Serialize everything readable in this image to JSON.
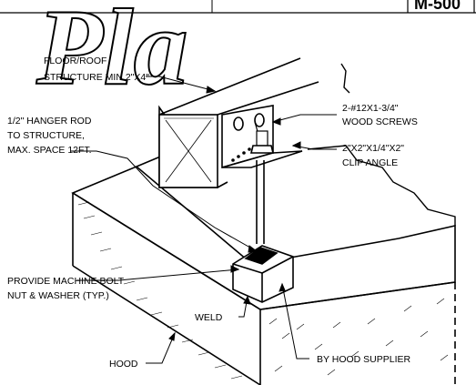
{
  "title_block": {
    "sheet_number": "M-500"
  },
  "watermark": {
    "text": "Pla"
  },
  "callouts": {
    "floor_structure": [
      "FLOOR/ROOF",
      "STRUCTURE MIN 2\"X4\""
    ],
    "hanger_rod": [
      "1/2\" HANGER ROD",
      "TO STRUCTURE,",
      "MAX. SPACE 12FT."
    ],
    "wood_screws": [
      "2-#12X1-3/4\"",
      "WOOD SCREWS"
    ],
    "clip_angle": [
      "2\"X2\"X1/4\"X2\"",
      "CLIP ANGLE"
    ],
    "machine_bolt": [
      "PROVIDE MACHINE BOLT",
      "NUT & WASHER (TYP.)"
    ],
    "weld": "WELD",
    "hood": "HOOD",
    "by_hood_supplier": "BY HOOD SUPPLIER"
  },
  "colors": {
    "line": "#000000",
    "background": "#ffffff"
  }
}
